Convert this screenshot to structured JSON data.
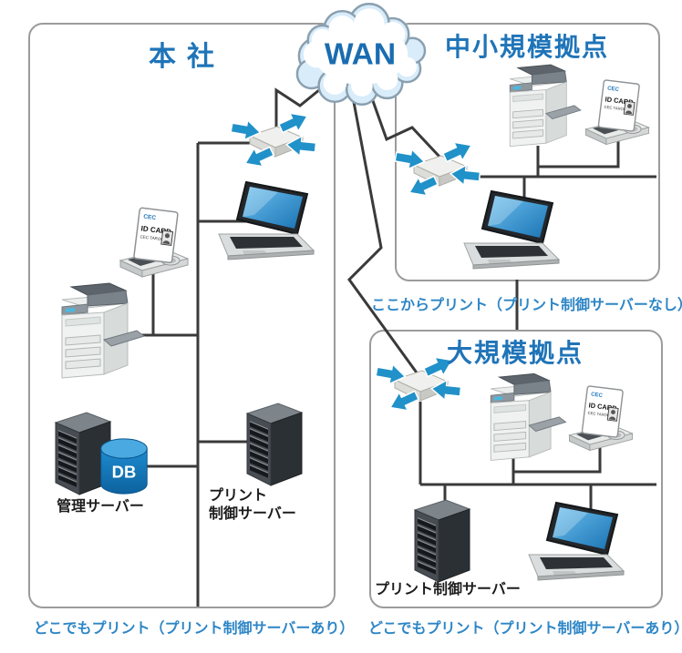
{
  "wan": {
    "label": "WAN"
  },
  "head_office": {
    "title": "本社",
    "management_server_label": "管理サーバー",
    "db_label": "DB",
    "print_control_server_label_line1": "プリント",
    "print_control_server_label_line2": "制御サーバー",
    "caption": "どこでもプリント（プリント制御サーバーあり）"
  },
  "medium_site": {
    "title": "中小規模拠点",
    "caption": "ここからプリント（プリント制御サーバーなし）"
  },
  "large_site": {
    "title": "大規模拠点",
    "print_control_server_label": "プリント制御サーバー",
    "caption": "どこでもプリント（プリント制御サーバーあり）"
  },
  "id_card": {
    "brand": "CEC",
    "title": "ID CARD",
    "holder": "CEC TAROU"
  },
  "icons": {
    "wan_cloud": "cloud",
    "network_switch": "flat-switch-with-four-blue-arrows",
    "laptop": "laptop-computer",
    "mfp": "multifunction-printer",
    "id_card_reader": "id-card-on-card-reader",
    "server": "tower-server",
    "database": "blue-db-cylinder"
  },
  "colors": {
    "title_blue": "#1f74b8",
    "caption_blue": "#2e86c6",
    "arrow_blue": "#2191c9",
    "wire_dark": "#3a3a3a",
    "box_border": "#9b9b9b",
    "db_blue": "#1584cc",
    "laptop_screen_blue": "#2e8fd0"
  }
}
